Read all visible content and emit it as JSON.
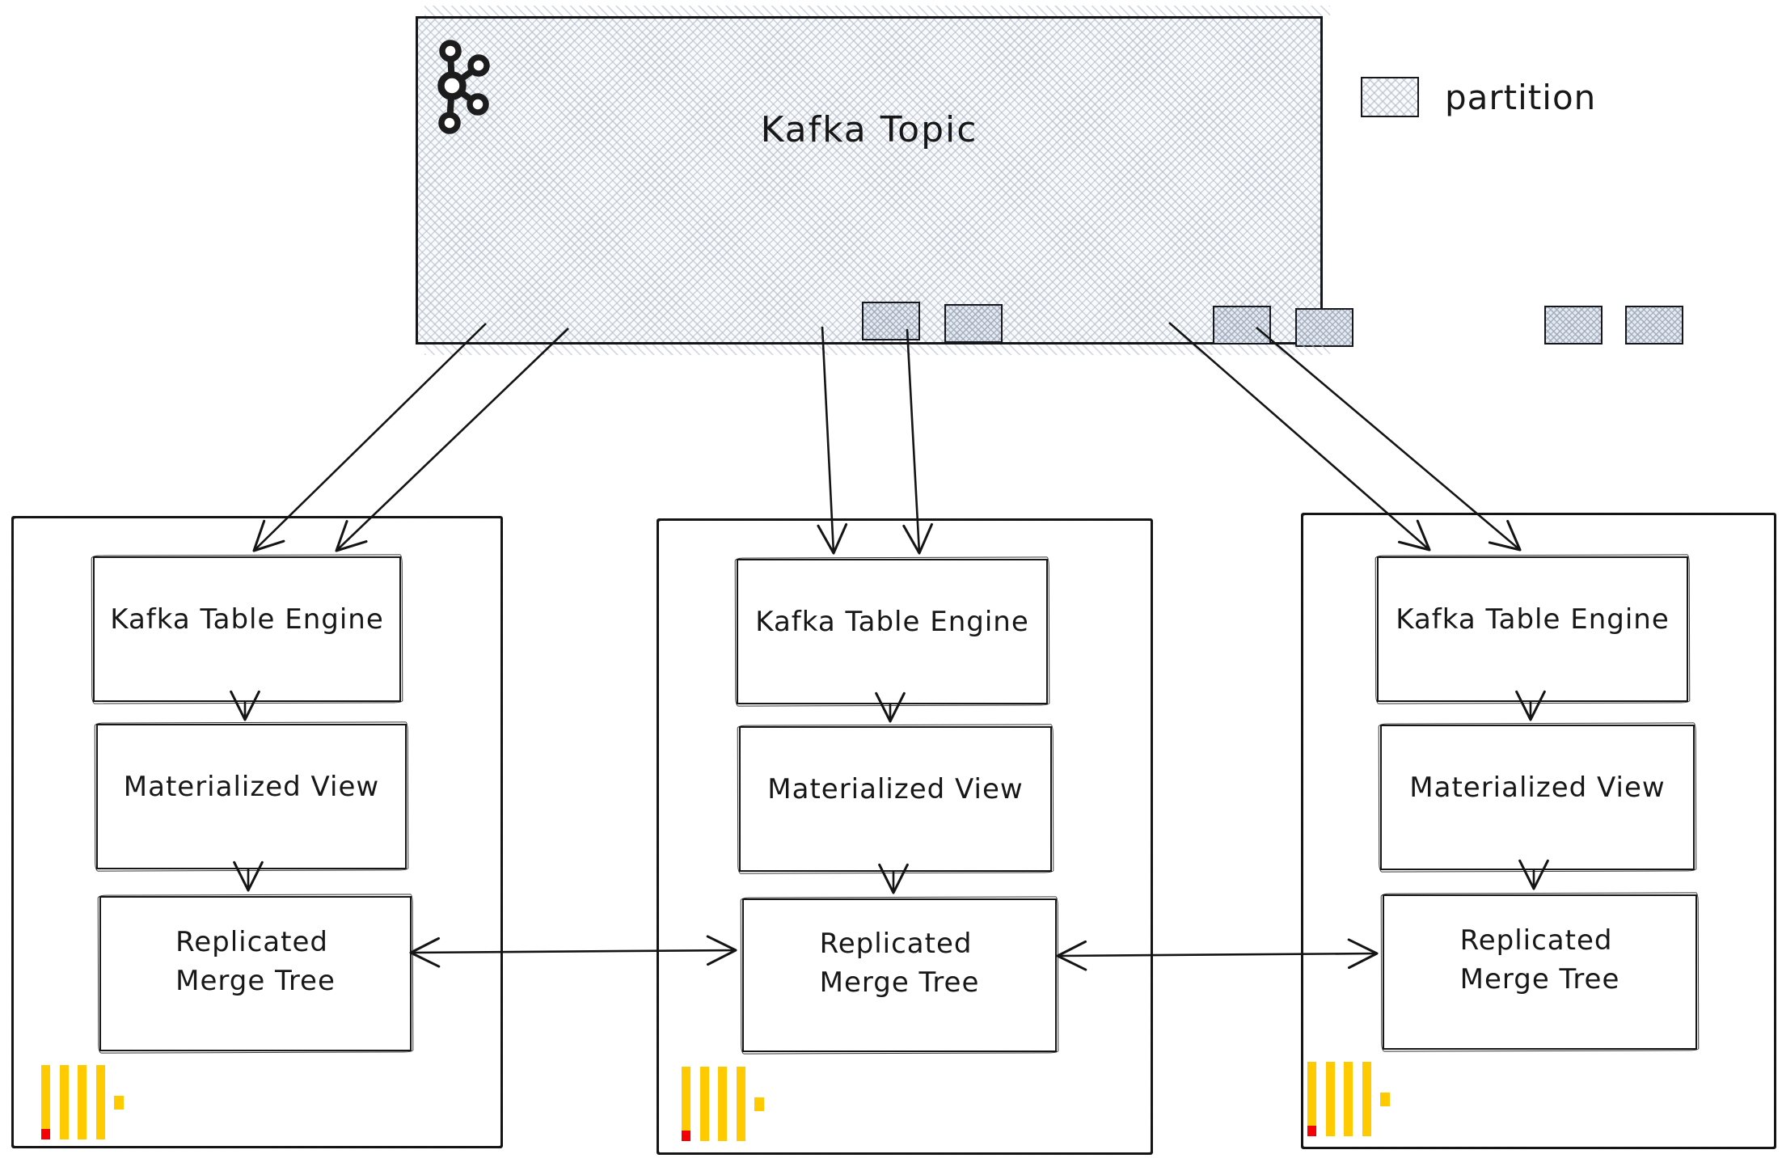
{
  "topic": {
    "title": "Kafka Topic",
    "icon": "kafka-logo",
    "partition_count": 6
  },
  "legend": {
    "label": "partition",
    "swatch": "partition-hatch-pattern"
  },
  "nodes": [
    {
      "engine": "Kafka Table Engine",
      "view": "Materialized View",
      "tree_line1": "Replicated",
      "tree_line2": "Merge Tree",
      "logo": "clickhouse-logo"
    },
    {
      "engine": "Kafka Table Engine",
      "view": "Materialized View",
      "tree_line1": "Replicated",
      "tree_line2": "Merge Tree",
      "logo": "clickhouse-logo"
    },
    {
      "engine": "Kafka Table Engine",
      "view": "Materialized View",
      "tree_line1": "Replicated",
      "tree_line2": "Merge Tree",
      "logo": "clickhouse-logo"
    }
  ],
  "colors": {
    "ink": "#141414",
    "hatch_line": "#b0baca",
    "clickhouse_yellow": "#FFCB00",
    "clickhouse_red": "#F50005"
  }
}
